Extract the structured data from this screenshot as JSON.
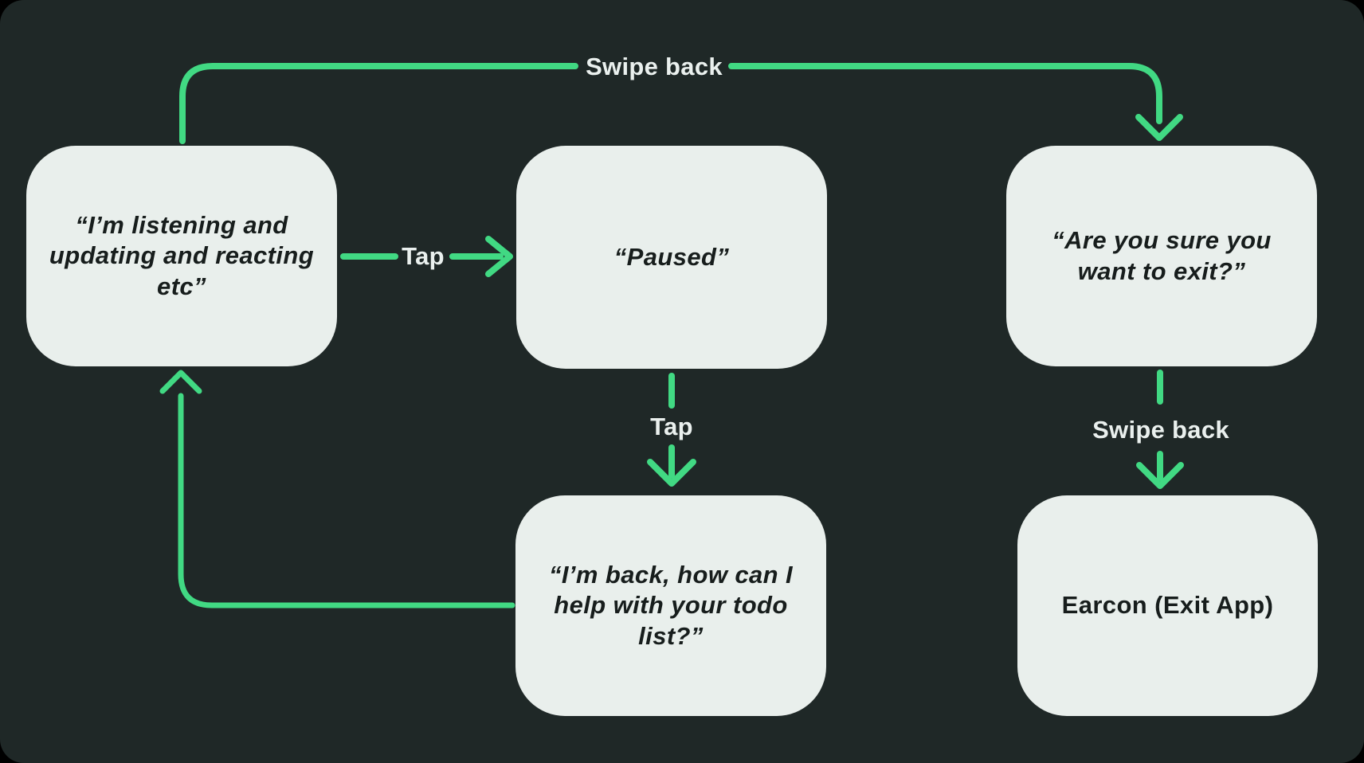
{
  "colors": {
    "canvas_bg": "#000000",
    "panel_bg": "#1f2827",
    "node_bg": "#e9efec",
    "arrow_green": "#41d983",
    "edge_label_color": "#eaf0ee",
    "node_text_color": "#171d1c"
  },
  "nodes": [
    {
      "id": "listening",
      "label": "“I’m listening and updating and reacting etc”"
    },
    {
      "id": "paused",
      "label": "“Paused”"
    },
    {
      "id": "confirm_exit",
      "label": "“Are you sure you want to exit?”"
    },
    {
      "id": "back_help",
      "label": "“I’m back, how can I help with your todo list?”"
    },
    {
      "id": "earcon_exit",
      "label": "Earcon (Exit App)"
    }
  ],
  "edges": [
    {
      "from": "listening",
      "to": "confirm_exit",
      "label": "Swipe back",
      "direction": "up-right-down"
    },
    {
      "from": "listening",
      "to": "paused",
      "label": "Tap",
      "direction": "right"
    },
    {
      "from": "paused",
      "to": "back_help",
      "label": "Tap",
      "direction": "down"
    },
    {
      "from": "confirm_exit",
      "to": "earcon_exit",
      "label": "Swipe back",
      "direction": "down"
    },
    {
      "from": "back_help",
      "to": "listening",
      "label": null,
      "direction": "left-up"
    }
  ]
}
